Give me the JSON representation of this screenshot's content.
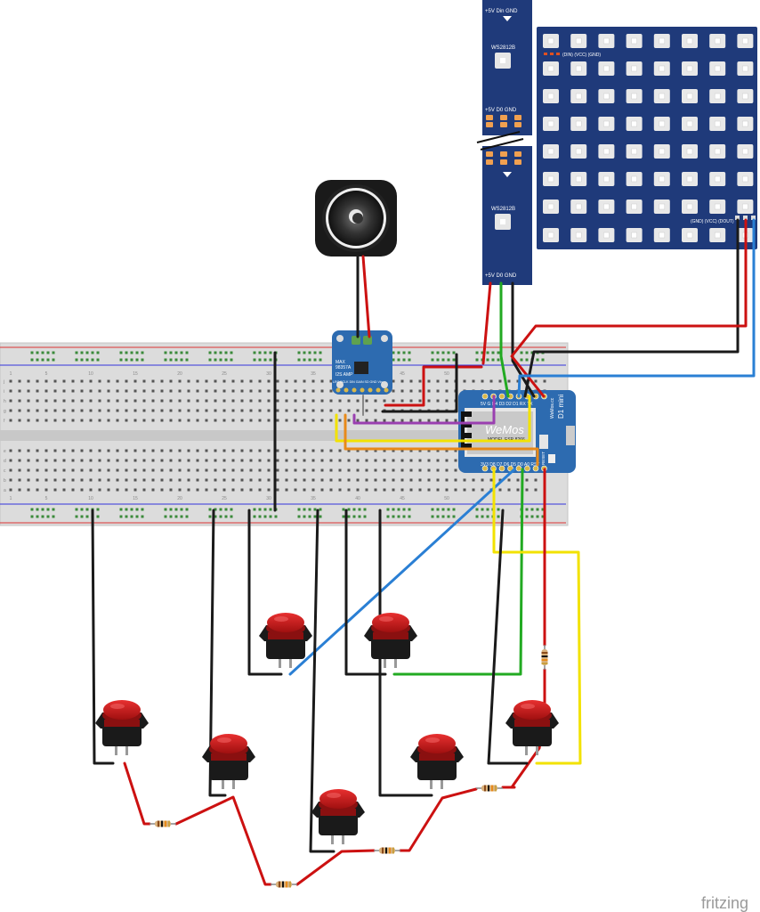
{
  "strip": {
    "top_pins": "+5V Din GND",
    "chip_label": "WS2812B",
    "mid_pins": "+5V D0 GND",
    "bottom_pins": "+5V D0 GND"
  },
  "matrix": {
    "top_label": "(DIN) (VCC) (GND)",
    "bottom_label": "(GND) (VCC) (DOUT)"
  },
  "amp": {
    "line1": "MAX",
    "line2": "98357A",
    "line3": "I2S AMP",
    "pin_labels": "LRC BCLK DIN GAIN SD GND Vin"
  },
  "wemos": {
    "logo": "WeMos",
    "model": "MODEL ESP-8266",
    "title": "D1 mini",
    "brand": "WeMos.cc",
    "top_pins": "5V G D4 D3 D2 D1 RX TX",
    "bottom_pins": "3V3 D8 D7 D6 D5 D0 A0 RST",
    "reset": "RESET"
  },
  "breadboard": {
    "col_numbers": [
      "1",
      "5",
      "10",
      "15",
      "20",
      "25",
      "30",
      "35",
      "40",
      "45",
      "50"
    ],
    "row_letters_top": [
      "j",
      "i",
      "h",
      "g",
      "f"
    ],
    "row_letters_bottom": [
      "e",
      "d",
      "c",
      "b",
      "a"
    ]
  },
  "watermark": "fritzing",
  "colors": {
    "wire_red": "#cc1111",
    "wire_black": "#1a1a1a",
    "wire_green": "#22aa22",
    "wire_blue": "#2a7fd4",
    "wire_yellow": "#f2e200",
    "wire_orange": "#e88a1a",
    "wire_purple": "#9a3fb0",
    "pcb_blue": "#1f3a7a",
    "wemos_blue": "#2d6bb0",
    "button_red": "#d01c1c"
  }
}
